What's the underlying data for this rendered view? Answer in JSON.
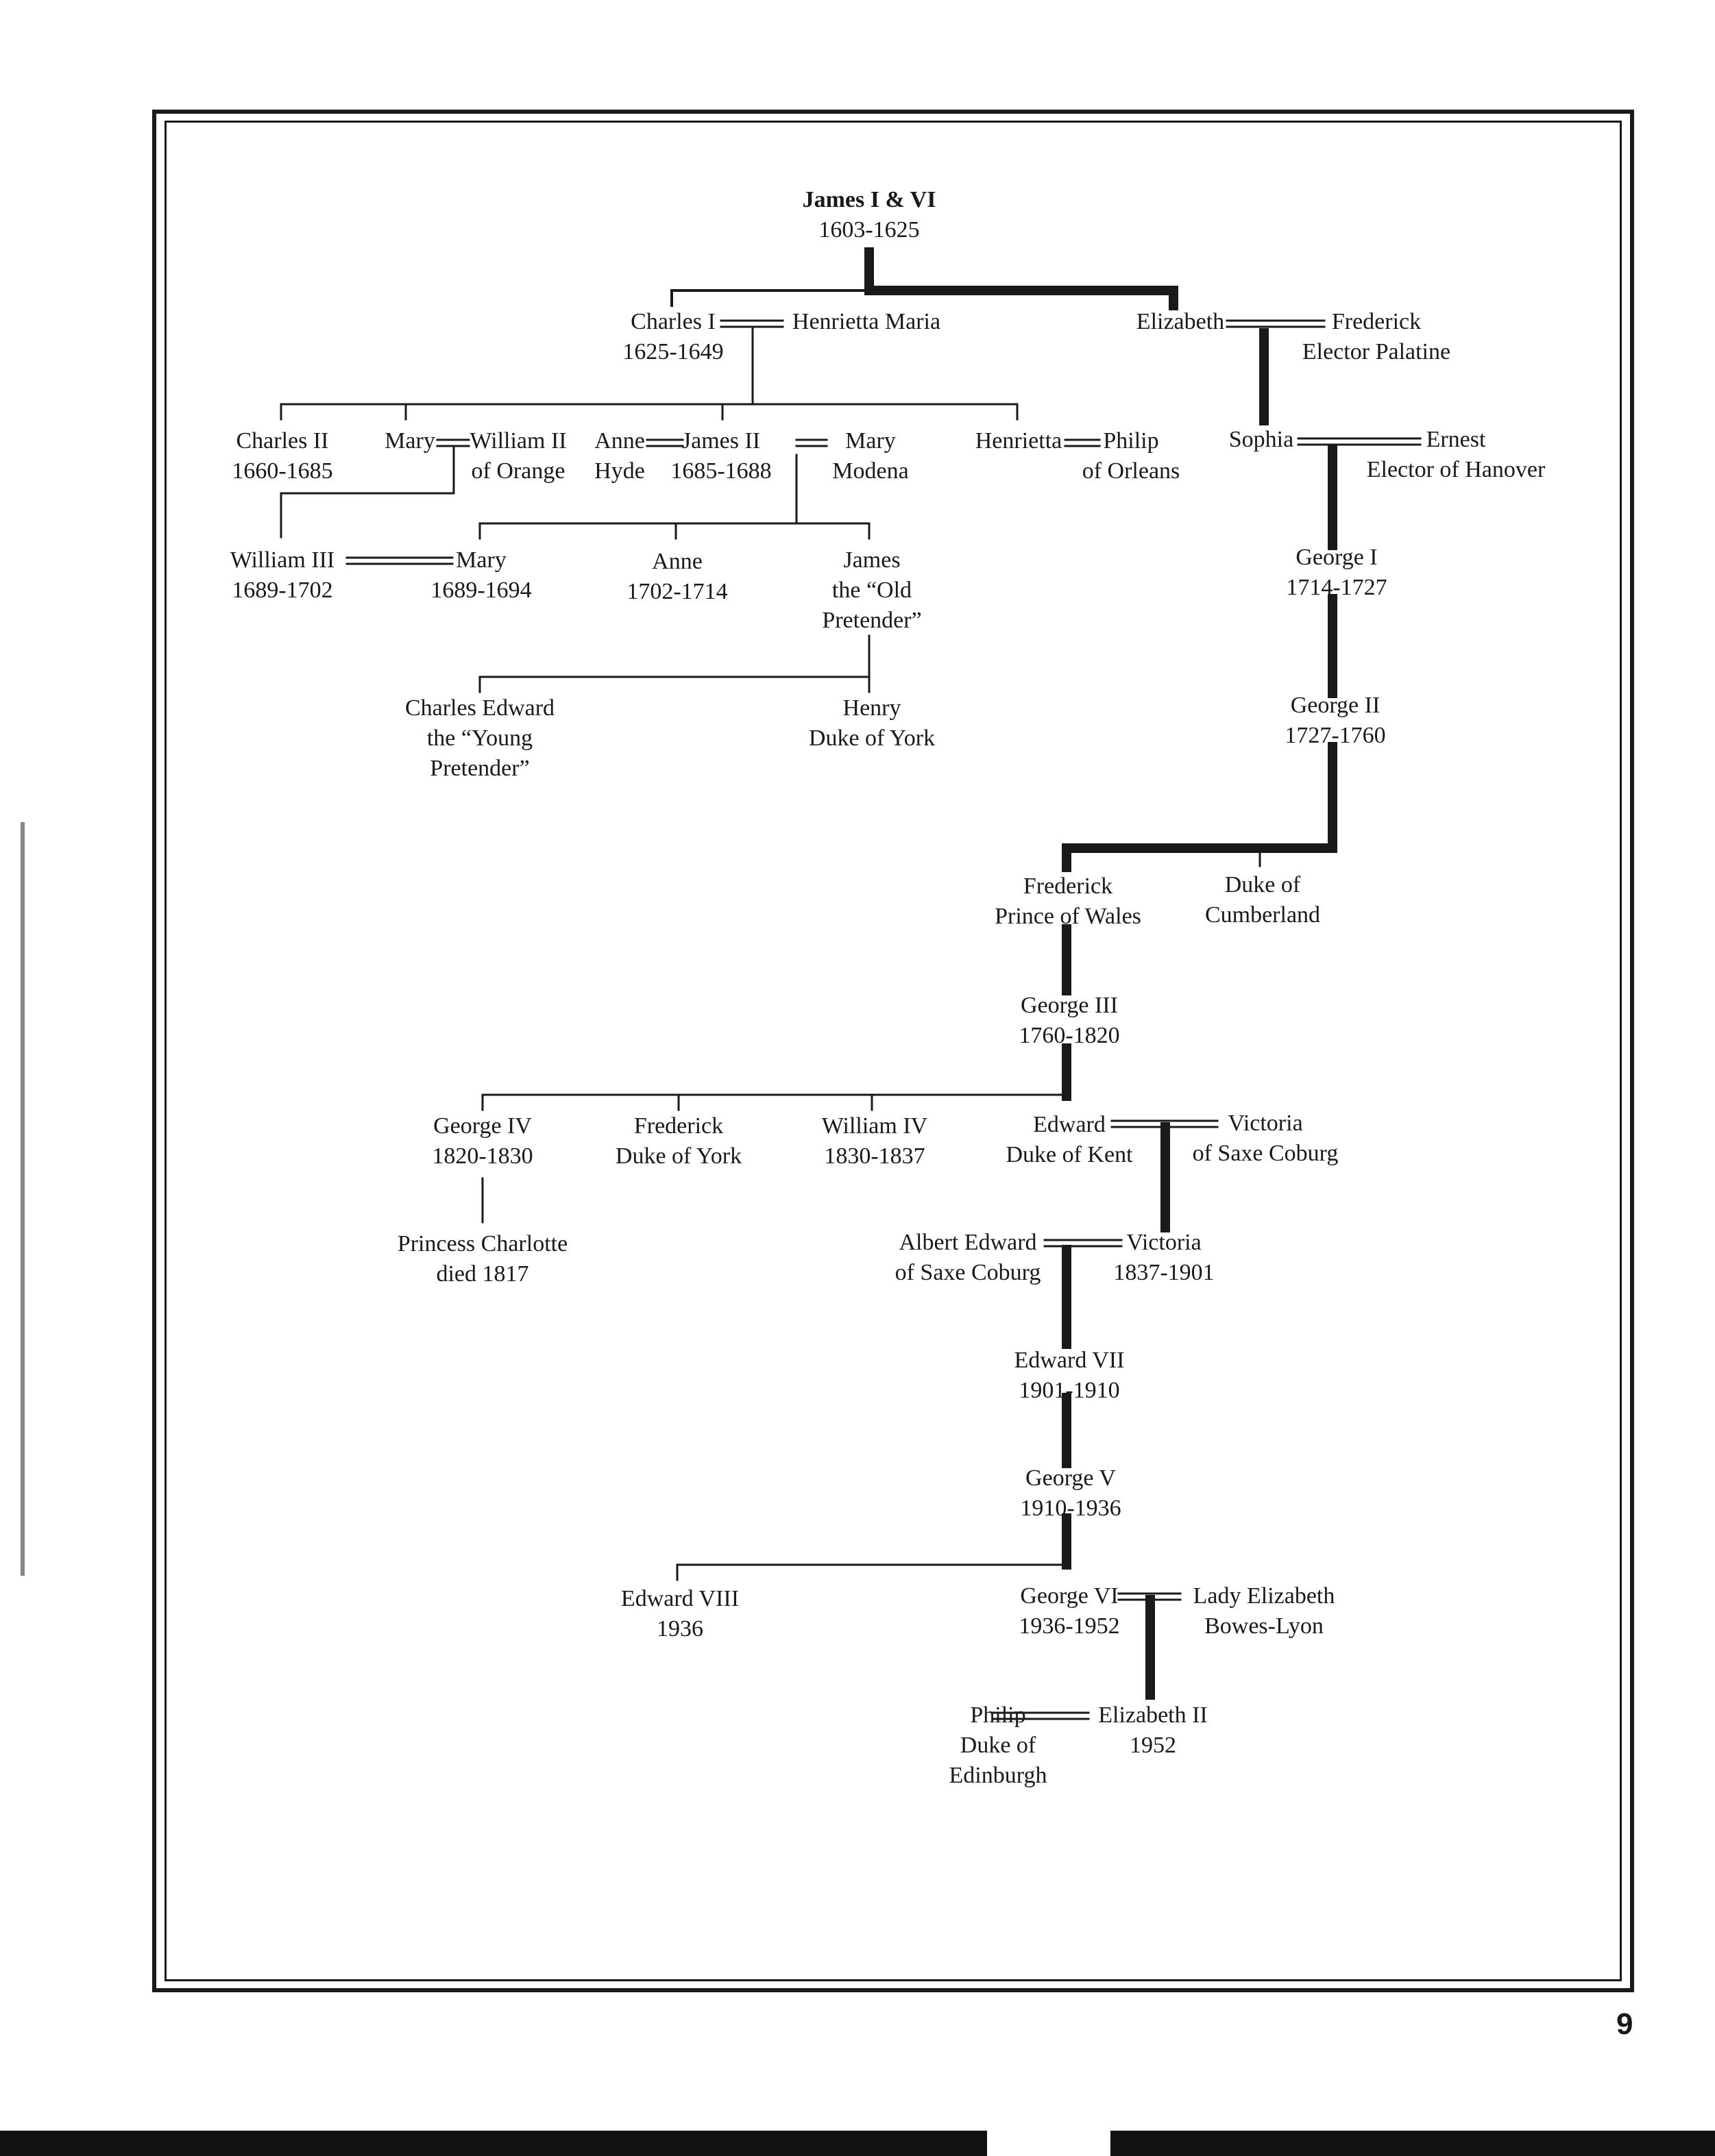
{
  "page_number": "9",
  "people": {
    "james1": [
      "James I & VI",
      "1603-1625"
    ],
    "charles1": [
      "Charles I",
      "1625-1649"
    ],
    "henrietta_maria": [
      "Henrietta Maria"
    ],
    "elizabeth": [
      "Elizabeth"
    ],
    "frederick_palatine": [
      "Frederick",
      "Elector Palatine"
    ],
    "charles2": [
      "Charles II",
      "1660-1685"
    ],
    "mary_orange": [
      "Mary"
    ],
    "william2": [
      "William II",
      "of Orange"
    ],
    "anne_hyde": [
      "Anne",
      "Hyde"
    ],
    "james2": [
      "James II",
      "1685-1688"
    ],
    "mary_modena": [
      "Mary",
      "Modena"
    ],
    "henrietta": [
      "Henrietta"
    ],
    "philip_orleans": [
      "Philip",
      "of Orleans"
    ],
    "sophia": [
      "Sophia"
    ],
    "ernest": [
      "Ernest",
      "Elector of Hanover"
    ],
    "william3": [
      "William III",
      "1689-1702"
    ],
    "mary2": [
      "Mary",
      "1689-1694"
    ],
    "anne": [
      "Anne",
      "1702-1714"
    ],
    "james_old": [
      "James",
      "the “Old",
      "Pretender”"
    ],
    "george1": [
      "George I",
      "1714-1727"
    ],
    "charles_edward": [
      "Charles Edward",
      "the “Young",
      "Pretender”"
    ],
    "henry_york": [
      "Henry",
      "Duke of York"
    ],
    "george2": [
      "George II",
      "1727-1760"
    ],
    "frederick_wales": [
      "Frederick",
      "Prince of Wales"
    ],
    "cumberland": [
      "Duke of",
      "Cumberland"
    ],
    "george3": [
      "George III",
      "1760-1820"
    ],
    "george4": [
      "George IV",
      "1820-1830"
    ],
    "frederick_york": [
      "Frederick",
      "Duke of York"
    ],
    "william4": [
      "William IV",
      "1830-1837"
    ],
    "edward_kent": [
      "Edward",
      "Duke of Kent"
    ],
    "victoria_saxe": [
      "Victoria",
      "of Saxe Coburg"
    ],
    "charlotte": [
      "Princess Charlotte",
      "died 1817"
    ],
    "albert": [
      "Albert Edward",
      "of Saxe Coburg"
    ],
    "victoria": [
      "Victoria",
      "1837-1901"
    ],
    "edward7": [
      "Edward VII",
      "1901-1910"
    ],
    "george5": [
      "George V",
      "1910-1936"
    ],
    "edward8": [
      "Edward VIII",
      "1936"
    ],
    "george6": [
      "George VI",
      "1936-1952"
    ],
    "lady_elizabeth": [
      "Lady Elizabeth",
      "Bowes-Lyon"
    ],
    "philip_edinburgh": [
      "Philip",
      "Duke of",
      "Edinburgh"
    ],
    "elizabeth2": [
      "Elizabeth II",
      "1952"
    ]
  }
}
